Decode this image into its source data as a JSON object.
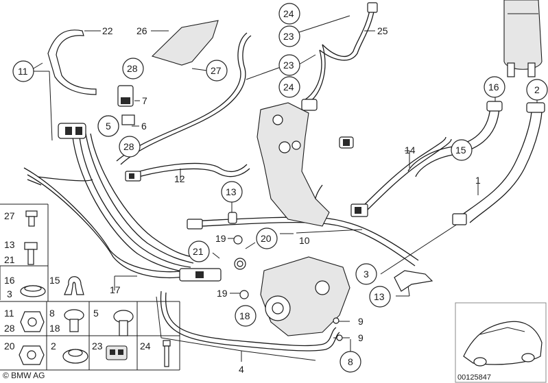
{
  "diagram": {
    "copyright": "© BMW AG",
    "image_number": "00125847",
    "callouts": {
      "c1": "1",
      "c2": "2",
      "c3": "3",
      "c4": "4",
      "c5": "5",
      "c6": "6",
      "c7": "7",
      "c8": "8",
      "c9a": "9",
      "c9b": "9",
      "c10": "10",
      "c11": "11",
      "c12": "12",
      "c13a": "13",
      "c13b": "13",
      "c14": "14",
      "c15": "15",
      "c16": "16",
      "c17": "17",
      "c18": "18",
      "c19a": "19",
      "c19b": "19",
      "c20": "20",
      "c21": "21",
      "c22": "22",
      "c23a": "23",
      "c23b": "23",
      "c24a": "24",
      "c24b": "24",
      "c25": "25",
      "c26": "26",
      "c27": "27",
      "c28a": "28",
      "c28b": "28"
    },
    "legend": {
      "r1": "27",
      "r2a": "13",
      "r2b": "21",
      "r3a": "16",
      "r3b": "3",
      "r3c": "15",
      "r4a": "11",
      "r4b": "28",
      "r4c": "8",
      "r4d": "18",
      "r4e": "5",
      "r5a": "20",
      "r5b": "2",
      "r5c": "23",
      "r5d": "24"
    }
  }
}
